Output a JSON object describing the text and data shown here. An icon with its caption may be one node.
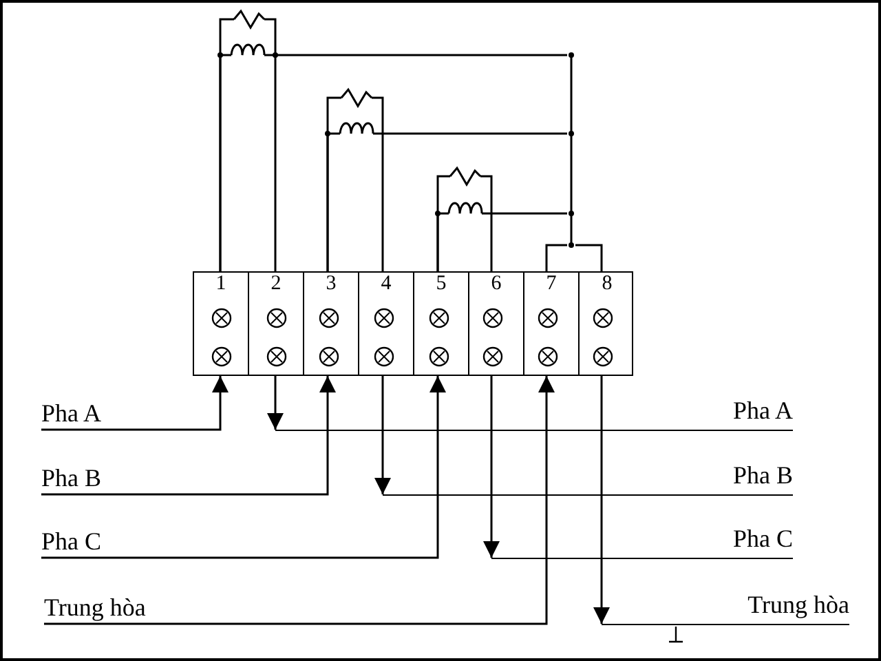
{
  "diagram": {
    "nodes": [
      {
        "text": [],
        "shape": "box"
      },
      {
        "text": [
          "1"
        ],
        "in": 0
      },
      {
        "text": [
          "2"
        ],
        "in": 0
      },
      {
        "text": [
          "3"
        ],
        "in": 0
      },
      {
        "text": [
          "4"
        ],
        "in": 0
      },
      {
        "text": [
          "5"
        ],
        "in": 0
      },
      {
        "text": [
          "6"
        ],
        "in": 0
      },
      {
        "text": [
          "7"
        ],
        "in": 0
      },
      {
        "text": [
          "8"
        ],
        "in": 0
      },
      {
        "text": [
          "Pha A"
        ]
      },
      {
        "text": [
          "Pha A"
        ]
      },
      {
        "text": [
          "Pha B"
        ]
      },
      {
        "text": [
          "Pha B"
        ]
      },
      {
        "text": [
          "Pha C"
        ]
      },
      {
        "text": [
          "Pha C"
        ]
      },
      {
        "text": [
          "Trung hòa"
        ]
      },
      {
        "text": [
          "Trung hòa"
        ]
      },
      {
        "text": [],
        "shape": "zigzag"
      },
      {
        "text": [],
        "shape": "zigzag"
      },
      {
        "text": [],
        "shape": "zigzag"
      },
      {
        "text": [],
        "shape": "coil"
      },
      {
        "text": [],
        "shape": "coil"
      },
      {
        "text": [],
        "shape": "coil"
      },
      {
        "text": [],
        "shape": "bar"
      }
    ],
    "edges": [
      {
        "from": 9,
        "to": 1,
        "arrow": "to"
      },
      {
        "from": 2,
        "to": 10,
        "arrow": "to"
      },
      {
        "from": 11,
        "to": 3,
        "arrow": "to"
      },
      {
        "from": 4,
        "to": 12,
        "arrow": "to"
      },
      {
        "from": 13,
        "to": 5,
        "arrow": "to"
      },
      {
        "from": 6,
        "to": 14,
        "arrow": "to"
      },
      {
        "from": 15,
        "to": 7,
        "arrow": "to"
      },
      {
        "from": 8,
        "to": 16,
        "arrow": "to"
      },
      {
        "from": 1,
        "to": 17,
        "arrow": "none"
      },
      {
        "from": 17,
        "to": 2,
        "arrow": "none"
      },
      {
        "from": 3,
        "to": 18,
        "arrow": "none"
      },
      {
        "from": 18,
        "to": 4,
        "arrow": "none"
      },
      {
        "from": 5,
        "to": 19,
        "arrow": "none"
      },
      {
        "from": 19,
        "to": 6,
        "arrow": "none"
      },
      {
        "from": 1,
        "to": 20,
        "arrow": "none"
      },
      {
        "from": 20,
        "to": 23,
        "arrow": "none"
      },
      {
        "from": 3,
        "to": 21,
        "arrow": "none"
      },
      {
        "from": 21,
        "to": 23,
        "arrow": "none"
      },
      {
        "from": 5,
        "to": 22,
        "arrow": "none"
      },
      {
        "from": 22,
        "to": 23,
        "arrow": "none"
      },
      {
        "from": 23,
        "to": 7,
        "arrow": "none"
      },
      {
        "from": 23,
        "to": 8,
        "arrow": "none"
      }
    ]
  }
}
